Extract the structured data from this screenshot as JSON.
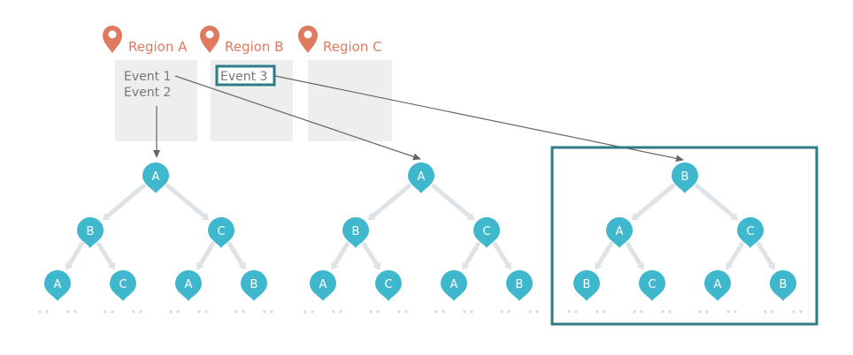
{
  "colors": {
    "region": "#e07a5f",
    "node": "#3fb8cd",
    "highlight": "#2e7d86",
    "panel": "#eeeeee",
    "edge": "#dde3e6",
    "arrow": "#666666",
    "text": "#777777"
  },
  "regions": [
    {
      "label": "Region A",
      "icon": "map-pin-icon"
    },
    {
      "label": "Region B",
      "icon": "map-pin-icon"
    },
    {
      "label": "Region C",
      "icon": "map-pin-icon"
    }
  ],
  "events": {
    "region_a": [
      "Event 1",
      "Event 2"
    ],
    "region_b": [
      "Event 3"
    ]
  },
  "trees": [
    {
      "root": "A",
      "level1": [
        "B",
        "C"
      ],
      "level2": [
        "A",
        "C",
        "A",
        "B"
      ]
    },
    {
      "root": "A",
      "level1": [
        "B",
        "C"
      ],
      "level2": [
        "A",
        "C",
        "A",
        "B"
      ]
    },
    {
      "root": "B",
      "level1": [
        "A",
        "C"
      ],
      "level2": [
        "B",
        "C",
        "A",
        "B"
      ]
    }
  ],
  "highlighted_tree": 2,
  "highlighted_event": "Event 3"
}
